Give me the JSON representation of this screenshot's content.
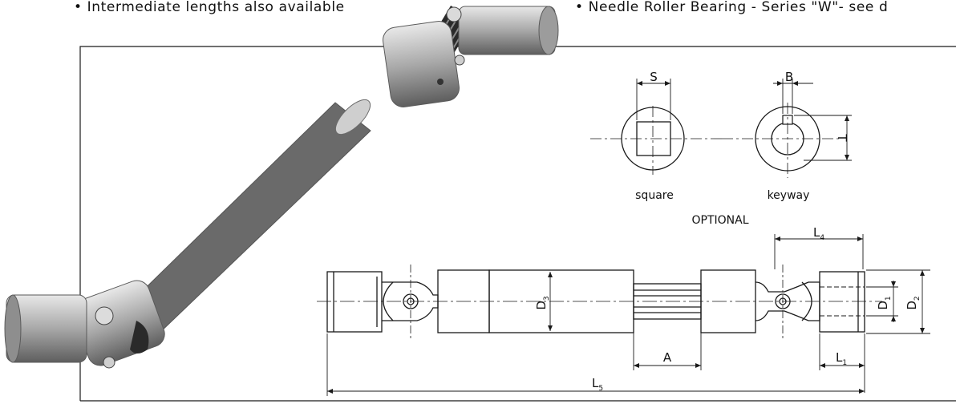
{
  "header": {
    "bullet_left": "• Intermediate lengths also available",
    "bullet_right": "• Needle Roller Bearing - Series \"W\"- see d"
  },
  "drawing": {
    "square_label": "square",
    "keyway_label": "keyway",
    "optional_label": "OPTIONAL",
    "dims": {
      "S": "S",
      "B": "B",
      "T": "T",
      "L4_main": "L",
      "L4_sub": "4",
      "D3_main": "D",
      "D3_sub": "3",
      "D1_main": "D",
      "D1_sub": "1",
      "D2_main": "D",
      "D2_sub": "2",
      "A": "A",
      "L1_main": "L",
      "L1_sub": "1",
      "L5_main": "L",
      "L5_sub": "5"
    }
  },
  "colors": {
    "line": "#1a1a1a",
    "metal_light": "#d9d9d9",
    "metal_dark": "#6d6d6d"
  }
}
